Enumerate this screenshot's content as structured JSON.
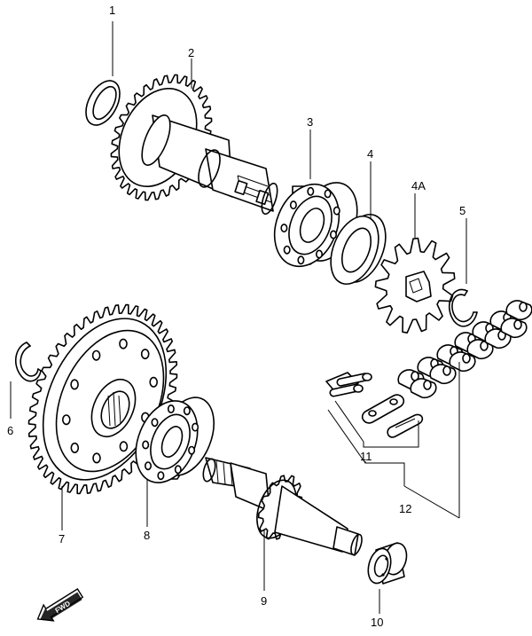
{
  "diagram": {
    "callouts": [
      {
        "id": "c1",
        "label": "1"
      },
      {
        "id": "c2",
        "label": "2"
      },
      {
        "id": "c3",
        "label": "3"
      },
      {
        "id": "c4",
        "label": "4"
      },
      {
        "id": "c4a",
        "label": "4A"
      },
      {
        "id": "c5",
        "label": "5"
      },
      {
        "id": "c6",
        "label": "6"
      },
      {
        "id": "c7",
        "label": "7"
      },
      {
        "id": "c8",
        "label": "8"
      },
      {
        "id": "c9",
        "label": "9"
      },
      {
        "id": "c10",
        "label": "10"
      },
      {
        "id": "c11",
        "label": "11"
      },
      {
        "id": "c12",
        "label": "12"
      }
    ],
    "direction_marker": {
      "label": "FWD",
      "icon": "forward-arrow-icon"
    }
  }
}
